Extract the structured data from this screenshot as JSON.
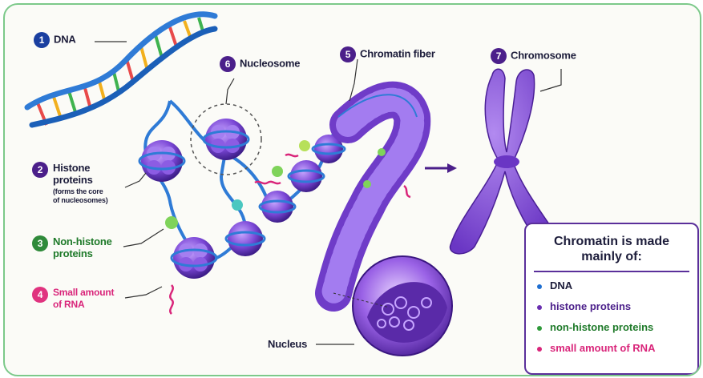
{
  "labels": {
    "dna": {
      "num": "1",
      "text": "DNA"
    },
    "histone": {
      "num": "2",
      "text_line1": "Histone",
      "text_line2": "proteins",
      "note_line1": "(forms the core",
      "note_line2": "of nucleosomes)"
    },
    "nonhistone": {
      "num": "3",
      "text_line1": "Non-histone",
      "text_line2": "proteins"
    },
    "rna": {
      "num": "4",
      "text_line1": "Small amount",
      "text_line2": "of RNA"
    },
    "fiber": {
      "num": "5",
      "text": "Chromatin fiber"
    },
    "nucleosome": {
      "num": "6",
      "text": "Nucleosome"
    },
    "chromosome": {
      "num": "7",
      "text": "Chromosome"
    },
    "nucleus": {
      "text": "Nucleus"
    }
  },
  "legend": {
    "title_line1": "Chromatin is made",
    "title_line2": "mainly of:",
    "items": [
      {
        "text": "DNA",
        "color": "#1f6fd1"
      },
      {
        "text": "histone proteins",
        "color": "#6a2fb0"
      },
      {
        "text": "non-histone proteins",
        "color": "#2f9a3a"
      },
      {
        "text": "small amount of RNA",
        "color": "#d9257a"
      }
    ]
  },
  "colors": {
    "badge_blue": "#1a3fa0",
    "badge_purple": "#4b1f8a",
    "badge_green": "#2f8a3a",
    "badge_pink": "#e0337f",
    "histone": "#7b47d6",
    "dna": "#2f7bd6",
    "chromosome": "#8d56e0",
    "frame": "#7cc98a"
  }
}
